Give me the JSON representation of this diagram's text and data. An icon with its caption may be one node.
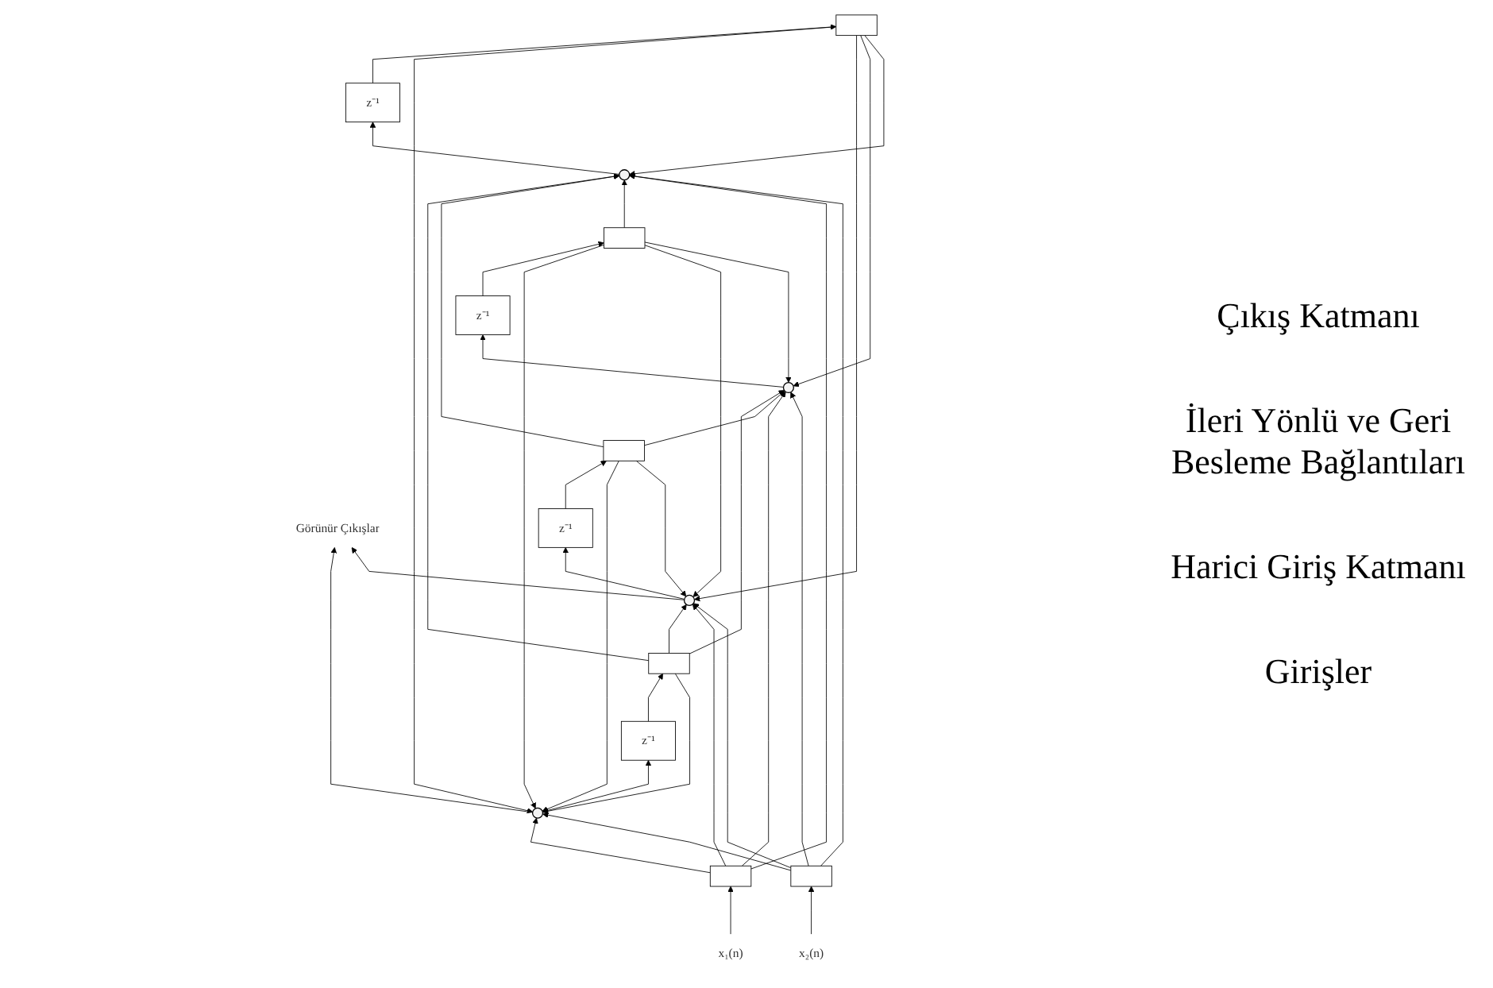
{
  "diagram": {
    "nodes": [
      {
        "text": [
          "Görünür Çıkışlar"
        ]
      },
      {
        "text": [],
        "shape": "circle"
      },
      {
        "text": [],
        "shape": "circle"
      },
      {
        "text": [],
        "shape": "circle"
      },
      {
        "text": [],
        "shape": "circle"
      },
      {
        "text": [],
        "shape": "box"
      },
      {
        "text": [],
        "shape": "box"
      },
      {
        "text": [],
        "shape": "box"
      },
      {
        "text": [],
        "shape": "box"
      },
      {
        "text": [],
        "shape": "box"
      },
      {
        "text": [],
        "shape": "box"
      },
      {
        "text": [
          "z⁻¹"
        ]
      },
      {
        "text": [
          "z⁻¹"
        ]
      },
      {
        "text": [
          "z⁻¹"
        ]
      },
      {
        "text": [
          "z⁻¹"
        ]
      },
      {
        "text": [
          "x₁(n)"
        ]
      },
      {
        "text": [
          "x₂(n)"
        ]
      }
    ],
    "edges": [
      {
        "from": 1,
        "to": 0,
        "arrow": "to"
      },
      {
        "from": 2,
        "to": 0,
        "arrow": "to"
      },
      {
        "from": 5,
        "to": 1,
        "arrow": "to"
      },
      {
        "from": 5,
        "to": 2,
        "arrow": "to"
      },
      {
        "from": 5,
        "to": 3,
        "arrow": "to"
      },
      {
        "from": 5,
        "to": 4,
        "arrow": "to"
      },
      {
        "from": 6,
        "to": 1,
        "arrow": "to"
      },
      {
        "from": 6,
        "to": 2,
        "arrow": "to"
      },
      {
        "from": 6,
        "to": 3,
        "arrow": "to"
      },
      {
        "from": 6,
        "to": 4,
        "arrow": "to"
      },
      {
        "from": 7,
        "to": 1,
        "arrow": "to"
      },
      {
        "from": 7,
        "to": 2,
        "arrow": "to"
      },
      {
        "from": 7,
        "to": 3,
        "arrow": "to"
      },
      {
        "from": 7,
        "to": 4,
        "arrow": "to"
      },
      {
        "from": 8,
        "to": 1,
        "arrow": "to"
      },
      {
        "from": 8,
        "to": 2,
        "arrow": "to"
      },
      {
        "from": 8,
        "to": 3,
        "arrow": "to"
      },
      {
        "from": 8,
        "to": 4,
        "arrow": "to"
      },
      {
        "from": 9,
        "to": 1,
        "arrow": "to"
      },
      {
        "from": 9,
        "to": 2,
        "arrow": "to"
      },
      {
        "from": 9,
        "to": 3,
        "arrow": "to"
      },
      {
        "from": 9,
        "to": 4,
        "arrow": "to"
      },
      {
        "from": 10,
        "to": 1,
        "arrow": "to"
      },
      {
        "from": 10,
        "to": 2,
        "arrow": "to"
      },
      {
        "from": 10,
        "to": 3,
        "arrow": "to"
      },
      {
        "from": 10,
        "to": 4,
        "arrow": "to"
      },
      {
        "from": 11,
        "to": 5,
        "arrow": "to"
      },
      {
        "from": 12,
        "to": 6,
        "arrow": "to"
      },
      {
        "from": 13,
        "to": 7,
        "arrow": "to"
      },
      {
        "from": 14,
        "to": 8,
        "arrow": "to"
      },
      {
        "from": 15,
        "to": 9,
        "arrow": "to"
      },
      {
        "from": 16,
        "to": 10,
        "arrow": "to"
      },
      {
        "from": 1,
        "to": 11,
        "arrow": "to"
      },
      {
        "from": 2,
        "to": 12,
        "arrow": "to"
      },
      {
        "from": 3,
        "to": 13,
        "arrow": "to"
      },
      {
        "from": 4,
        "to": 14,
        "arrow": "to"
      }
    ],
    "labels": [
      "Çıkış Katmanı",
      "İleri Yönlü ve Geri Besleme Bağlantıları",
      "Harici Giriş Katmanı",
      "Girişler"
    ]
  }
}
